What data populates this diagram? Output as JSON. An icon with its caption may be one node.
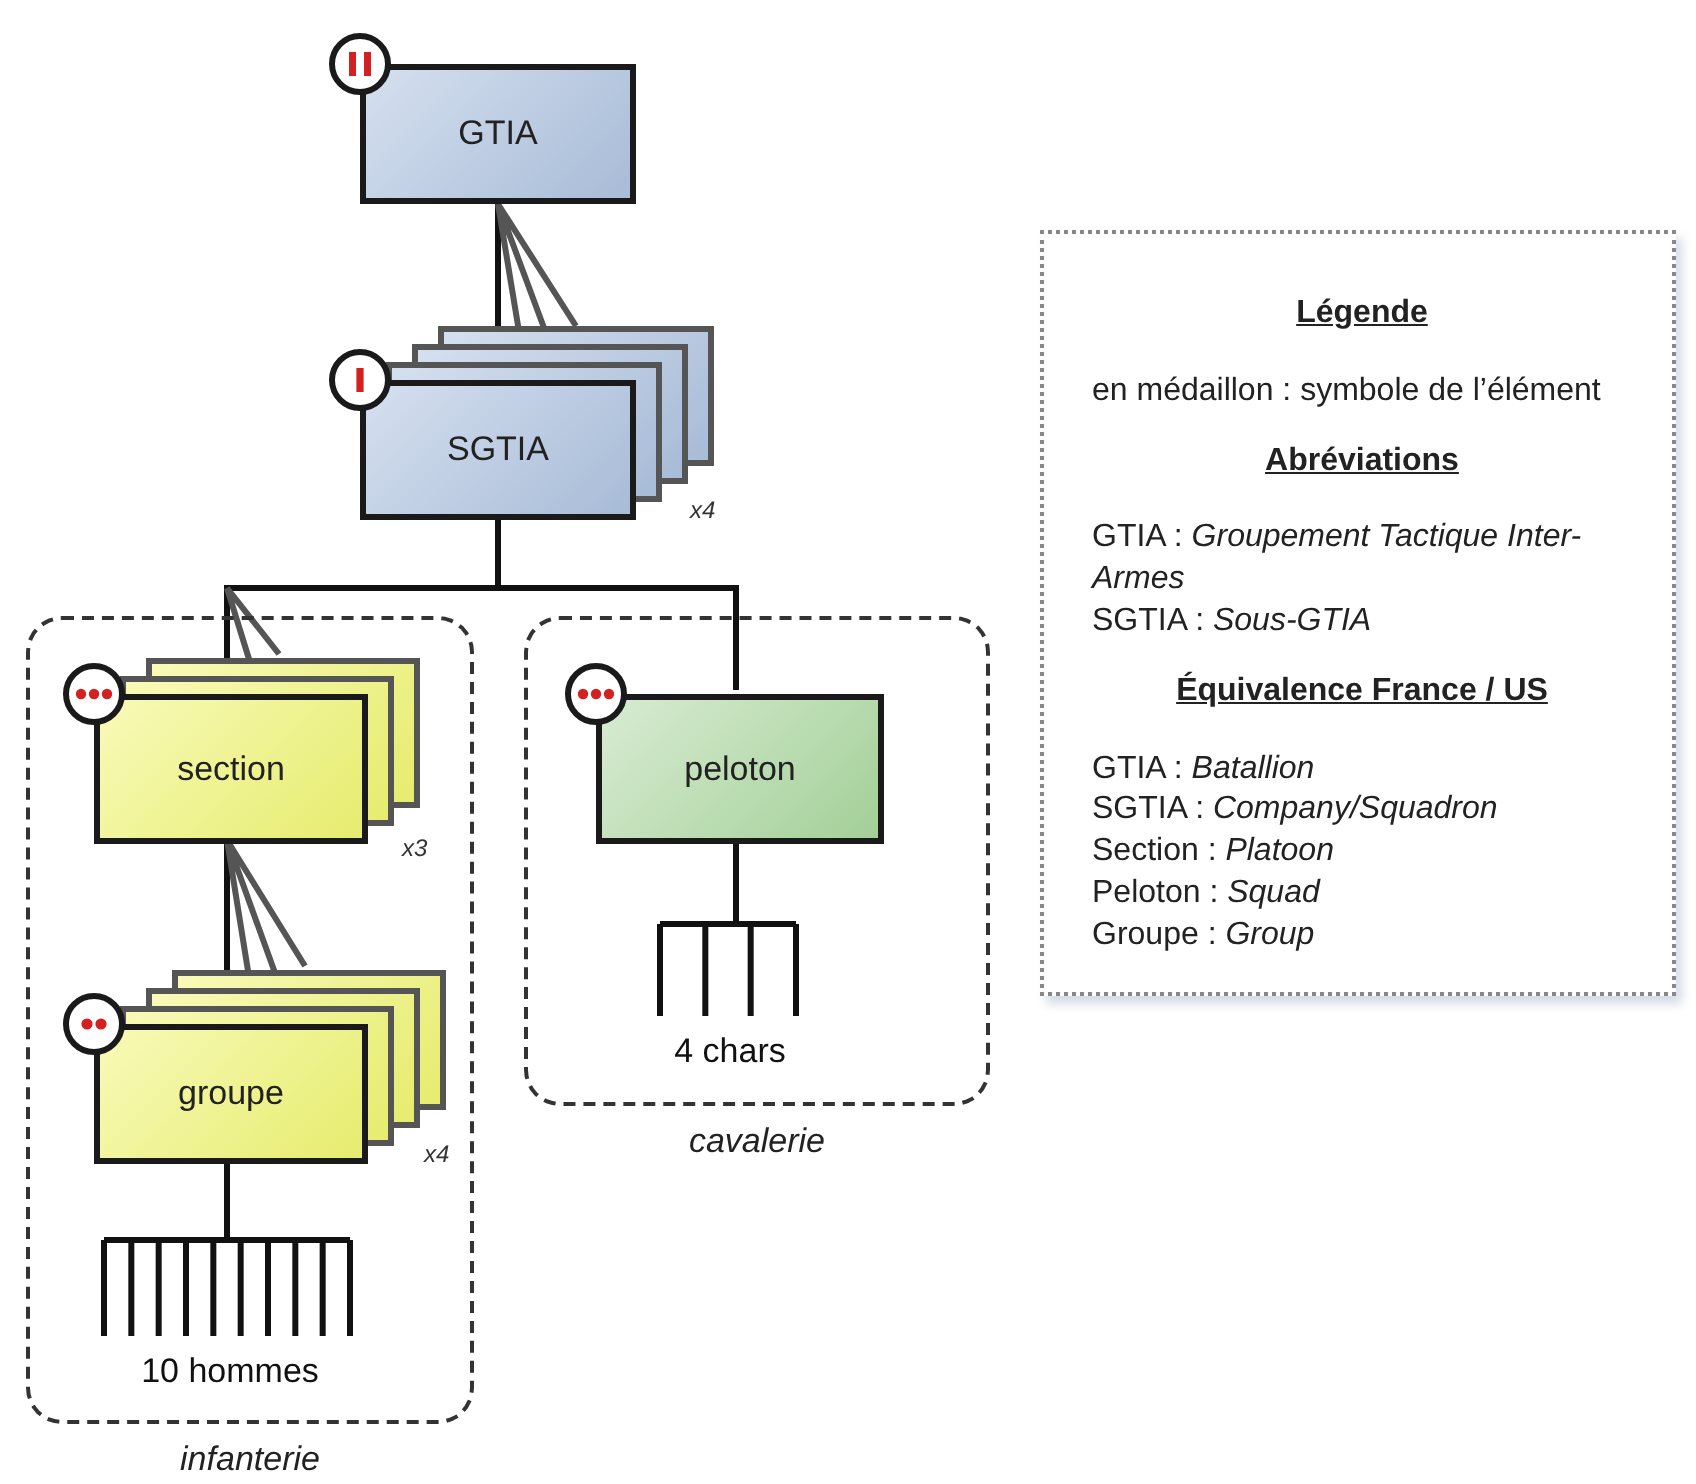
{
  "diagram": {
    "nodes": [
      {
        "text": [
          "GTIA"
        ]
      },
      {
        "text": [
          "SGTIA"
        ],
        "beside": [
          "x4"
        ]
      },
      {
        "text": [
          "infanterie"
        ]
      },
      {
        "text": [
          "section"
        ],
        "in": 2,
        "beside": [
          "x3"
        ]
      },
      {
        "text": [
          "groupe"
        ],
        "in": 2,
        "beside": [
          "x4"
        ]
      },
      {
        "text": [
          "10 hommes"
        ],
        "in": 2
      },
      {
        "text": [
          "cavalerie"
        ]
      },
      {
        "text": [
          "peloton"
        ],
        "in": 6
      },
      {
        "text": [
          "4 chars"
        ],
        "in": 6
      },
      {
        "text": [
          "Légende",
          "en médaillon : symbole de l’élément",
          "Abréviations",
          "GTIA : *Groupement Tactique Inter-Armes*",
          "SGTIA : *Sous-GTIA*",
          "Équivalence France / US",
          "GTIA : *Batallion*",
          "SGTIA : *Company/Squadron*",
          "Section : *Platoon*",
          "Peloton : *Squad*",
          "Groupe : *Group*"
        ]
      }
    ],
    "edges": [
      {
        "from": 0,
        "to": 1,
        "arrow": "none"
      },
      {
        "from": 1,
        "to": 3,
        "arrow": "none"
      },
      {
        "from": 1,
        "to": 7,
        "arrow": "none"
      },
      {
        "from": 3,
        "to": 4,
        "arrow": "none"
      },
      {
        "from": 4,
        "to": 5,
        "arrow": "none"
      },
      {
        "from": 7,
        "to": 8,
        "arrow": "none"
      }
    ]
  }
}
